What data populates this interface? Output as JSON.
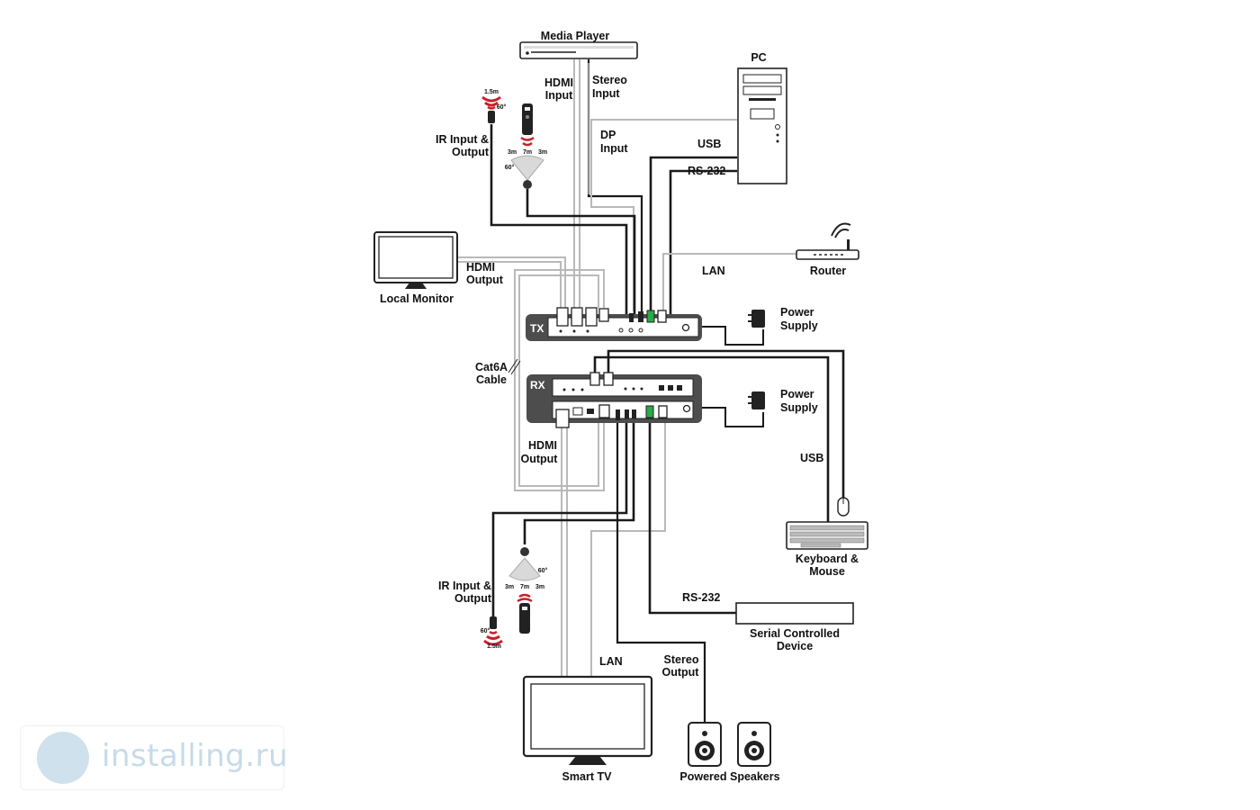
{
  "labels": {
    "media_player": "Media Player",
    "hdmi_input": [
      "HDMI",
      "Input"
    ],
    "stereo_input": [
      "Stereo",
      "Input"
    ],
    "pc": "PC",
    "dp_input": [
      "DP",
      "Input"
    ],
    "usb_top": "USB",
    "rs232_top": "RS-232",
    "ir_top": [
      "IR Input &",
      "Output"
    ],
    "router": "Router",
    "lan_top": "LAN",
    "hdmi_output_top": [
      "HDMI",
      "Output"
    ],
    "local_monitor": "Local Monitor",
    "tx": "TX",
    "rx": "RX",
    "power_supply_1": [
      "Power",
      "Supply"
    ],
    "power_supply_2": [
      "Power",
      "Supply"
    ],
    "cat6a": [
      "Cat6A",
      "Cable"
    ],
    "hdmi_output_bottom": [
      "HDMI",
      "Output"
    ],
    "usb_bottom": "USB",
    "keyboard_mouse": [
      "Keyboard &",
      "Mouse"
    ],
    "ir_bottom": [
      "IR Input &",
      "Output"
    ],
    "rs232_bottom": "RS-232",
    "serial_device": [
      "Serial Controlled",
      "Device"
    ],
    "lan_bottom": "LAN",
    "stereo_output": [
      "Stereo",
      "Output"
    ],
    "smart_tv": "Smart TV",
    "powered_speakers": "Powered Speakers",
    "ir_range_top": {
      "near": "1.5m",
      "angle": "60°",
      "left": "3m",
      "mid": "7m",
      "right": "3m",
      "angle2": "60°"
    },
    "ir_range_bottom": {
      "near": "1.5m",
      "angle": "60°",
      "left": "3m",
      "mid": "7m",
      "right": "3m",
      "angle2": "60°"
    }
  },
  "watermark": {
    "text": "installing.ru"
  },
  "colors": {
    "cable_black": "#1a1a1a",
    "cable_grey": "#b9b9b9",
    "device_dark": "#4d4d4d",
    "ir_red": "#c8202c",
    "port_green": "#2aa84a",
    "watermark": "#c6dbe8"
  }
}
